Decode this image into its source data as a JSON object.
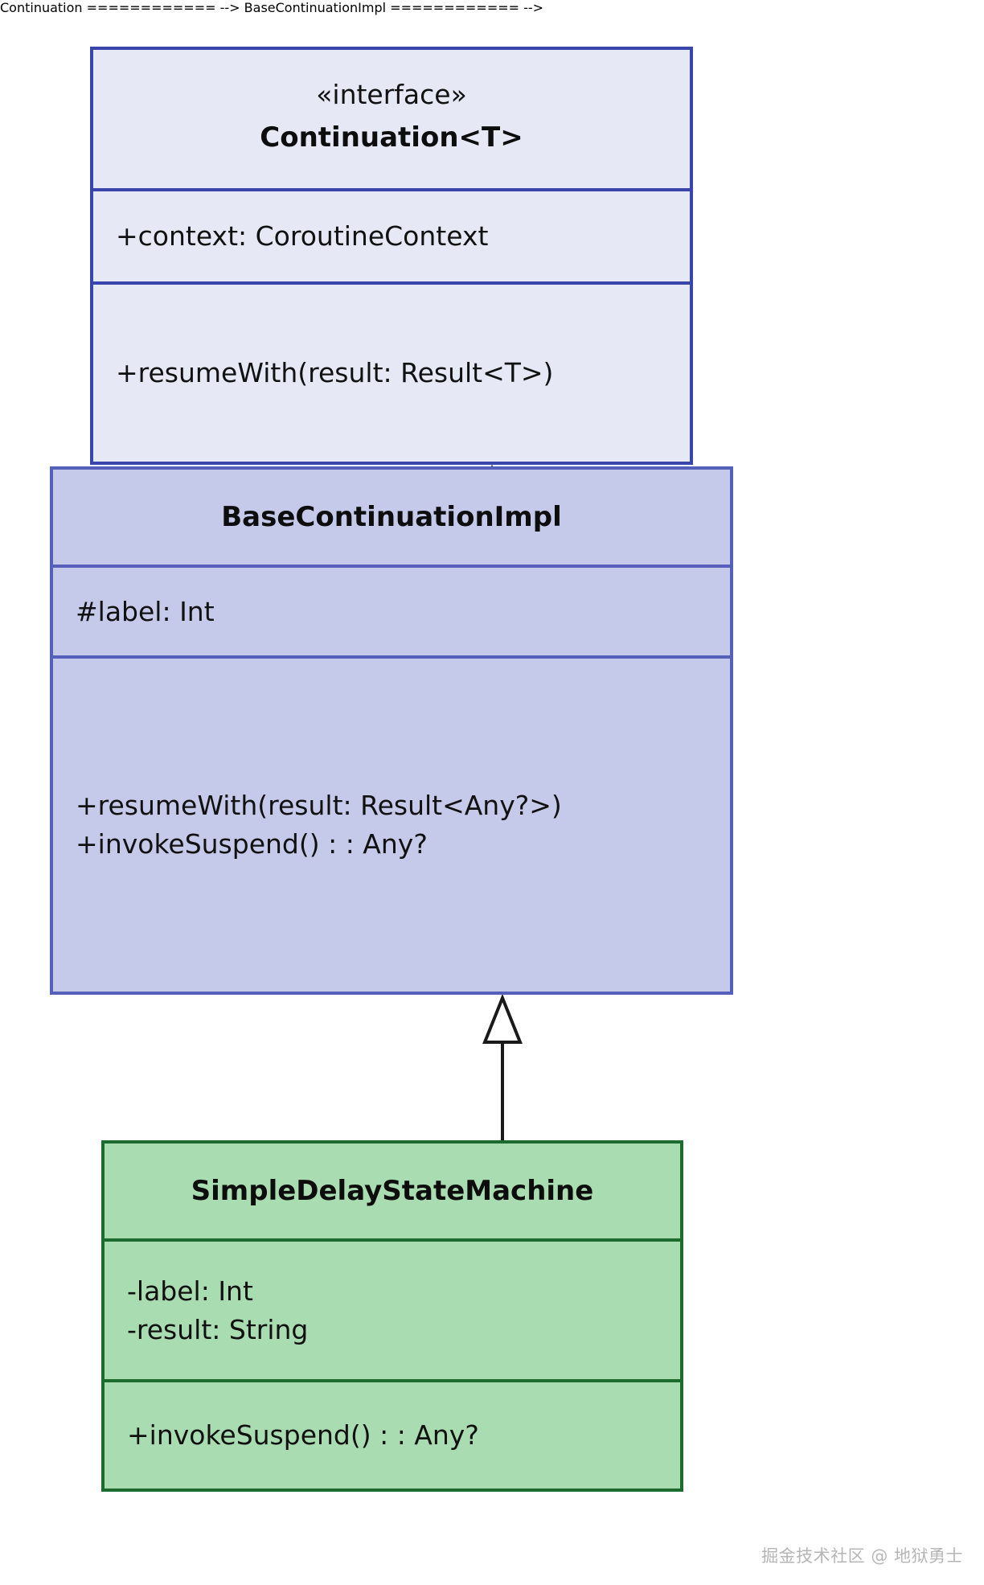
{
  "diagram": {
    "type": "uml-class-diagram",
    "background": "#ffffff",
    "classes": [
      {
        "id": "continuation",
        "stereotype": "«interface»",
        "name": "Continuation<T>",
        "fill": "#e7e8f6",
        "stroke": "#3a45ab",
        "attributes": [
          "+context: CoroutineContext"
        ],
        "operations": [
          "+resumeWith(result: Result<T>)"
        ]
      },
      {
        "id": "base_continuation_impl",
        "stereotype": "",
        "name": "BaseContinuationImpl",
        "fill": "#c6caea",
        "stroke": "#5560bb",
        "attributes": [
          "#label: Int"
        ],
        "operations": [
          "+resumeWith(result: Result<Any?>)",
          "+invokeSuspend() : : Any?"
        ]
      },
      {
        "id": "simple_delay_state_machine",
        "stereotype": "",
        "name": "SimpleDelayStateMachine",
        "fill": "#a9dcb0",
        "stroke": "#1e6b30",
        "attributes": [
          "-label: Int",
          "-result: String"
        ],
        "operations": [
          "+invokeSuspend() : : Any?"
        ]
      }
    ],
    "relations": [
      {
        "id": "rel1",
        "kind": "generalization",
        "from": "base_continuation_impl",
        "to": "continuation",
        "arrow": "hollow-triangle"
      },
      {
        "id": "rel2",
        "kind": "generalization",
        "from": "simple_delay_state_machine",
        "to": "base_continuation_impl",
        "arrow": "hollow-triangle"
      }
    ],
    "watermark": "掘金技术社区 @ 地狱勇士"
  }
}
